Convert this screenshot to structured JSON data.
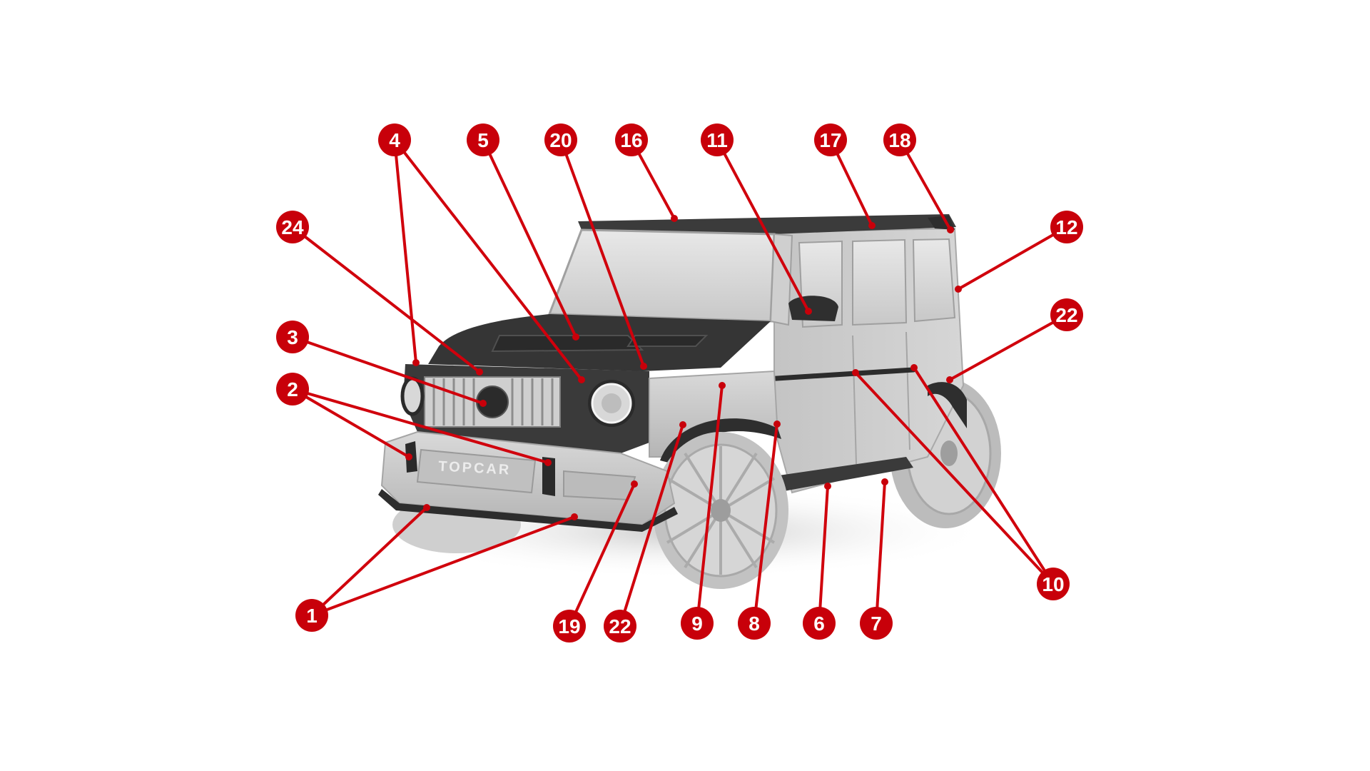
{
  "brand_text": "TOPCAR",
  "colors": {
    "callout": "#c8000a",
    "callout_text": "#ffffff",
    "body_paint": "#c9c9c9",
    "carbon": "#3a3a3a",
    "background": "#ffffff"
  },
  "callouts": [
    "1",
    "2",
    "3",
    "4",
    "5",
    "6",
    "7",
    "8",
    "9",
    "10",
    "11",
    "12",
    "16",
    "17",
    "18",
    "19",
    "20",
    "22",
    "22",
    "24"
  ]
}
